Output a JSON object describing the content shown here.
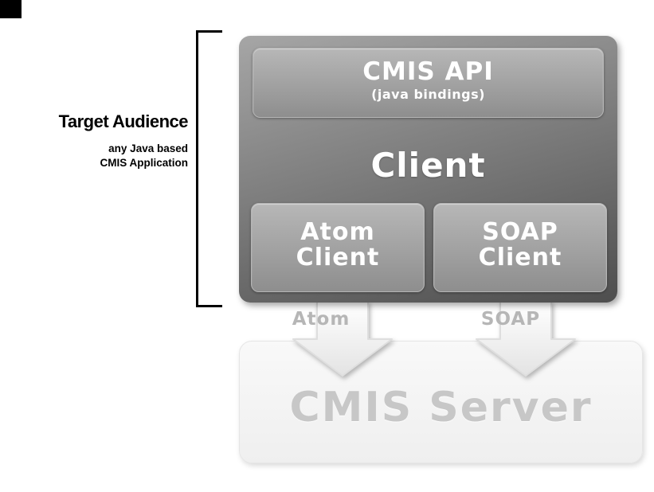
{
  "annotation": {
    "title": "Target Audience",
    "subtitle_lines": [
      "any Java based",
      "CMIS Application"
    ]
  },
  "client": {
    "label": "Client",
    "api": {
      "title": "CMIS API",
      "subtitle": "(java bindings)"
    },
    "atom": {
      "line1": "Atom",
      "line2": "Client"
    },
    "soap": {
      "line1": "SOAP",
      "line2": "Client"
    }
  },
  "arrows": {
    "atom_label": "Atom",
    "soap_label": "SOAP"
  },
  "server": {
    "label": "CMIS Server"
  },
  "colors": {
    "client_box_top": "#a6a6a6",
    "client_box_bottom": "#4e4e4e",
    "inner_box_top": "#b7b7b7",
    "inner_box_bottom": "#8e8e8e",
    "arrow_label": "#b6b6b6",
    "server_bg": "#efefef",
    "server_text": "#c7c7c7"
  }
}
